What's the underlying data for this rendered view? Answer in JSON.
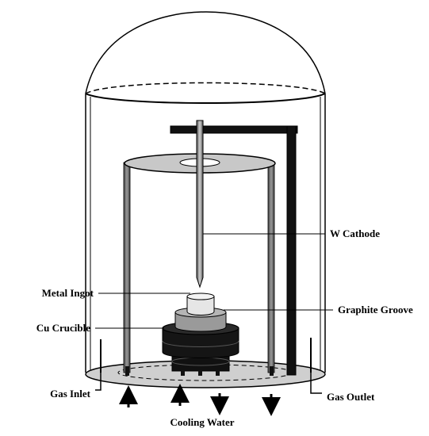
{
  "labels": {
    "w_cathode": "W Cathode",
    "metal_ingot": "Metal Ingot",
    "graphite_groove": "Graphite Groove",
    "cu_crucible": "Cu Crucible",
    "gas_inlet": "Gas Inlet",
    "gas_outlet": "Gas Outlet",
    "cooling_water": "Cooling Water"
  },
  "colors": {
    "line": "#000000",
    "plate": "#cfcfcf",
    "rod": "#7a7a7a",
    "graphite": "#9a9a9a",
    "ingot": "#e6e6e6",
    "crucible": "#1a1a1a"
  }
}
